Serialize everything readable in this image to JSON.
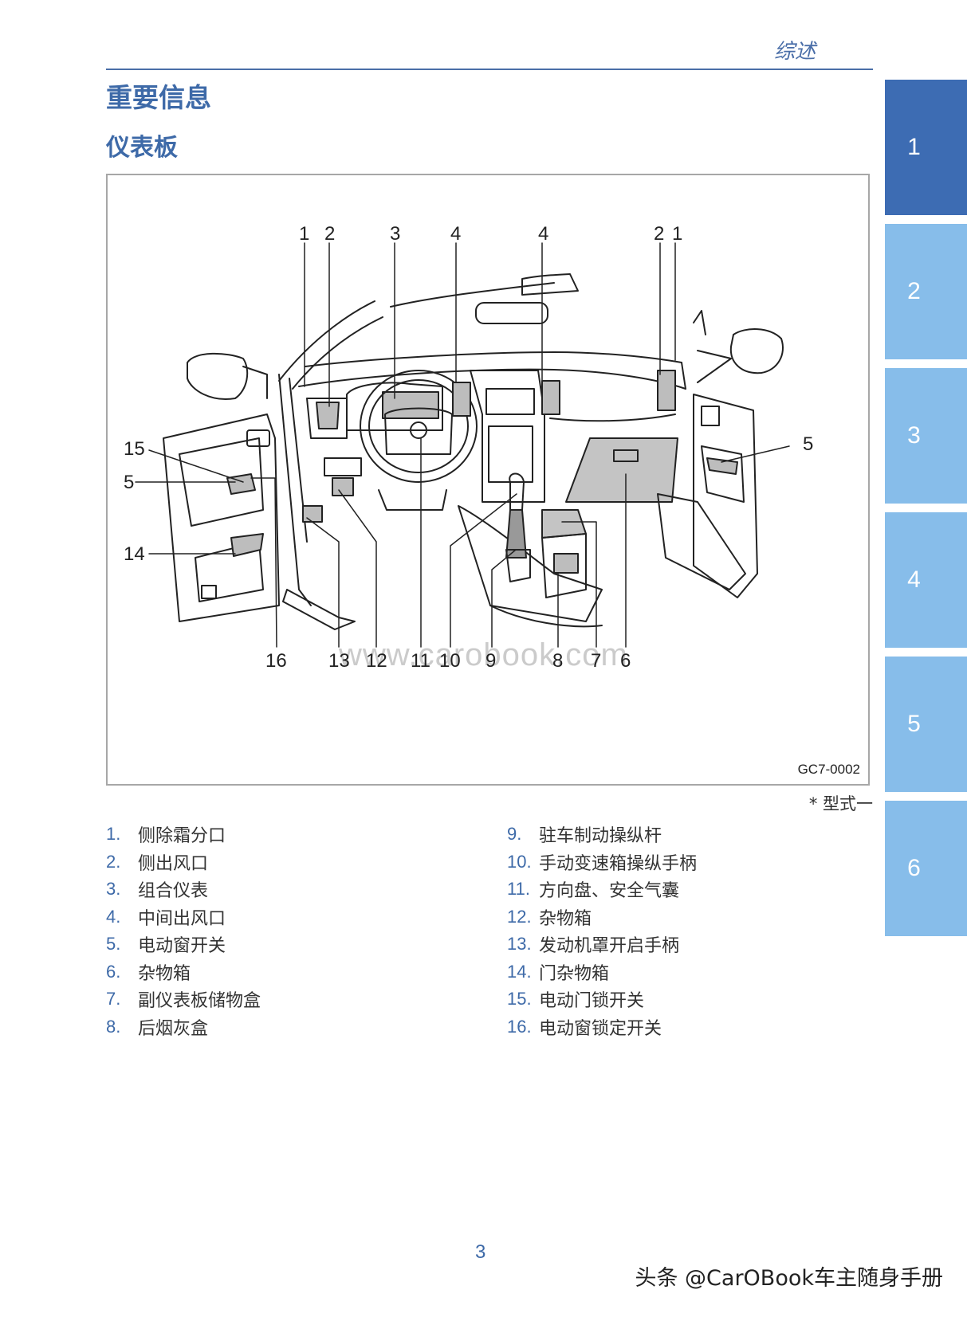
{
  "header": {
    "chapter_title": "综述"
  },
  "page": {
    "heading": "重要信息",
    "section_heading": "仪表板",
    "figure_code": "GC7-0002",
    "figure_note": "* 型式一",
    "watermark": "www.carobook.com",
    "page_number": "3",
    "source_credit": "头条 @CarOBook车主随身手册"
  },
  "callouts": {
    "top": [
      "1",
      "2",
      "3",
      "4",
      "4",
      "2",
      "1"
    ],
    "left": [
      "15",
      "5",
      "14"
    ],
    "right": [
      "5"
    ],
    "bottom": [
      "16",
      "13",
      "12",
      "11",
      "10",
      "9",
      "8",
      "7",
      "6"
    ]
  },
  "legend": {
    "left": [
      {
        "num": "1.",
        "text": "侧除霜分口"
      },
      {
        "num": "2.",
        "text": "侧出风口"
      },
      {
        "num": "3.",
        "text": "组合仪表"
      },
      {
        "num": "4.",
        "text": "中间出风口"
      },
      {
        "num": "5.",
        "text": "电动窗开关"
      },
      {
        "num": "6.",
        "text": "杂物箱"
      },
      {
        "num": "7.",
        "text": "副仪表板储物盒"
      },
      {
        "num": "8.",
        "text": "后烟灰盒"
      }
    ],
    "right": [
      {
        "num": "9.",
        "text": "驻车制动操纵杆"
      },
      {
        "num": "10.",
        "text": "手动变速箱操纵手柄"
      },
      {
        "num": "11.",
        "text": "方向盘、安全气囊"
      },
      {
        "num": "12.",
        "text": "杂物箱"
      },
      {
        "num": "13.",
        "text": "发动机罩开启手柄"
      },
      {
        "num": "14.",
        "text": "门杂物箱"
      },
      {
        "num": "15.",
        "text": "电动门锁开关"
      },
      {
        "num": "16.",
        "text": "电动窗锁定开关"
      }
    ]
  },
  "side_tabs": [
    {
      "label": "1",
      "active": true
    },
    {
      "label": "2",
      "active": false
    },
    {
      "label": "3",
      "active": false
    },
    {
      "label": "4",
      "active": false
    },
    {
      "label": "5",
      "active": false
    },
    {
      "label": "6",
      "active": false
    }
  ]
}
